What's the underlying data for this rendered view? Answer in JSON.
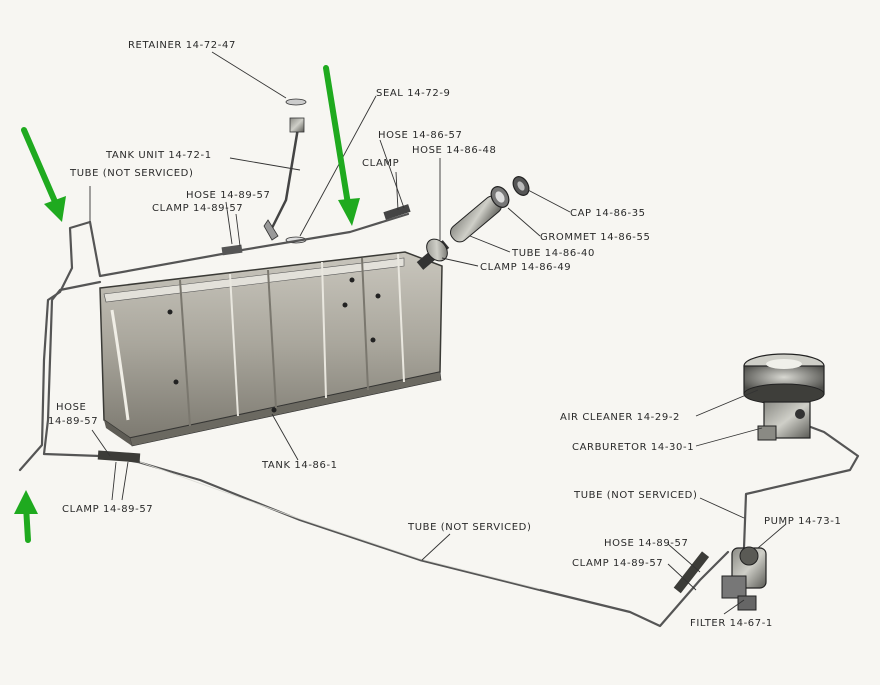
{
  "labels": {
    "retainer": "RETAINER 14-72-47",
    "seal": "SEAL 14-72-9",
    "hose_86_57": "HOSE 14-86-57",
    "hose_86_48": "HOSE 14-86-48",
    "clamp": "CLAMP",
    "tank_unit": "TANK UNIT 14-72-1",
    "tube_top": "TUBE (NOT SERVICED)",
    "hose_top": "HOSE 14-89-57",
    "clamp_top": "CLAMP 14-89-57",
    "cap": "CAP 14-86-35",
    "grommet": "GROMMET 14-86-55",
    "tube_86_40": "TUBE 14-86-40",
    "clamp_86_49": "CLAMP 14-86-49",
    "hose_left_1": "HOSE",
    "hose_left_2": "14-89-57",
    "tank": "TANK 14-86-1",
    "clamp_left": "CLAMP 14-89-57",
    "air_cleaner": "AIR CLEANER 14-29-2",
    "carburetor": "CARBURETOR 14-30-1",
    "tube_right": "TUBE (NOT SERVICED)",
    "pump": "PUMP 14-73-1",
    "tube_bottom": "TUBE (NOT SERVICED)",
    "hose_bottom": "HOSE 14-89-57",
    "clamp_bottom": "CLAMP 14-89-57",
    "filter": "FILTER 14-67-1"
  },
  "colors": {
    "arrow": "#1faa1f",
    "paper": "#f7f6f2",
    "ink": "#2a2a2a"
  }
}
